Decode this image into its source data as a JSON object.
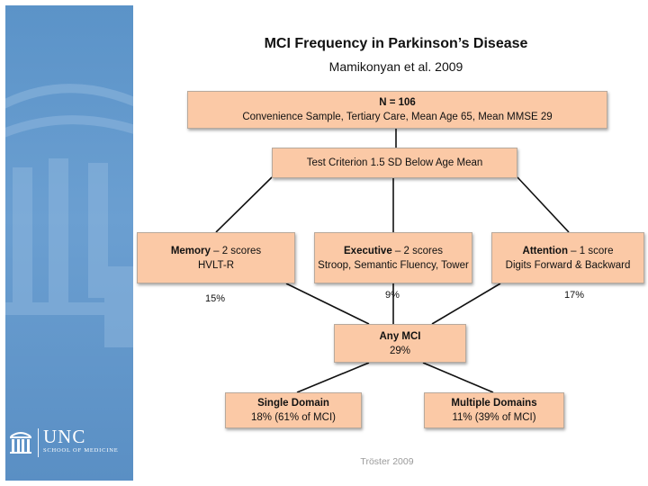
{
  "title": "MCI Frequency in Parkinson’s Disease",
  "subtitle": "Mamikonyan et al. 2009",
  "nodes": {
    "sample": {
      "head": "N = 106",
      "line1": "Convenience Sample, Tertiary Care, Mean Age 65, Mean MMSE 29"
    },
    "criterion": {
      "head": "Test Criterion 1.5 SD Below Age Mean"
    },
    "memory": {
      "head_name": "Memory",
      "head_score": " – 2 scores",
      "line1": "HVLT-R"
    },
    "executive": {
      "head_name": "Executive",
      "head_score": " – 2 scores",
      "line1": "Stroop, Semantic Fluency, Tower"
    },
    "attention": {
      "head_name": "Attention",
      "head_score": " – 1 score",
      "line1": "Digits Forward & Backward"
    },
    "any_mci": {
      "head": "Any MCI",
      "line1": "29%"
    },
    "single": {
      "head": "Single Domain",
      "line1": "18% (61% of MCI)"
    },
    "multiple": {
      "head": "Multiple Domains",
      "line1": "11% (39% of MCI)"
    }
  },
  "percents": {
    "memory": "15%",
    "executive": "9%",
    "attention": "17%"
  },
  "footer": "Tröster 2009",
  "logo": {
    "word": "UNC",
    "school": "SCHOOL OF MEDICINE"
  },
  "colors": {
    "node_fill": "#fbc9a6",
    "sidebar": "#5b93c8",
    "edge": "#111111"
  }
}
